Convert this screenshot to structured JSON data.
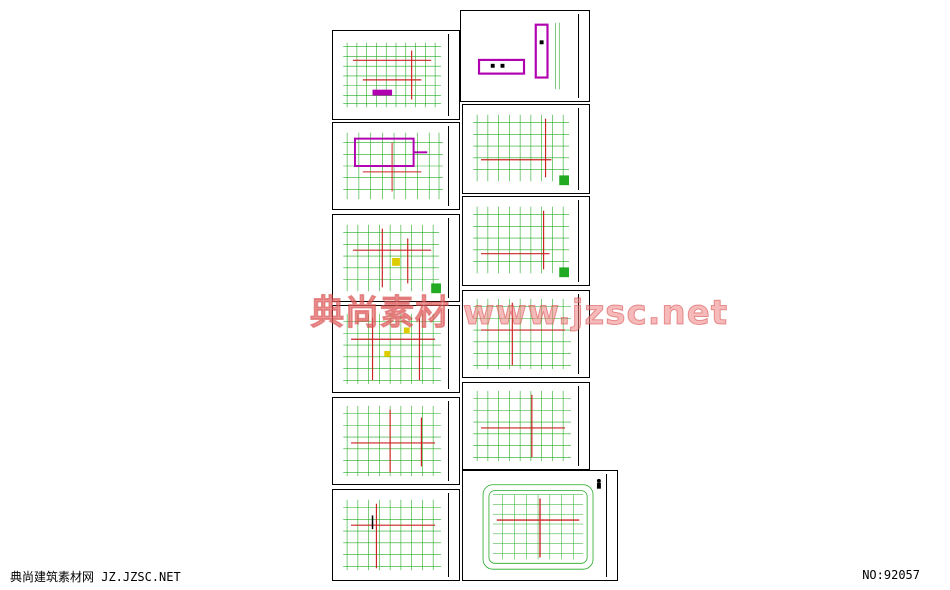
{
  "watermark": {
    "text": "典尚素材 www.jzsc.net"
  },
  "footer": {
    "left_text": "典尚建筑素材网 JZ.JZSC.NET",
    "right_text": "NO:92057"
  },
  "colors": {
    "grid": "#22aa22",
    "frame": "#000000",
    "wall": "#b000b0",
    "column": "#cc2222",
    "watermark": "#f08080"
  }
}
